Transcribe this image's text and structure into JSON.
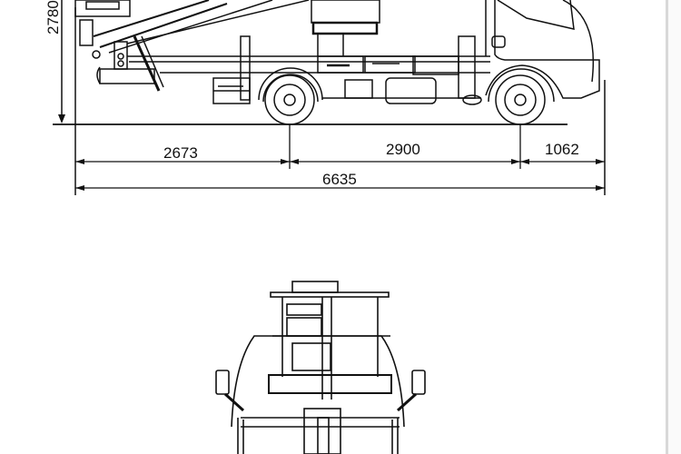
{
  "drawing": {
    "type": "technical-drawing",
    "subject": "truck-mounted aerial work platform",
    "views": [
      "side-elevation",
      "front-elevation"
    ],
    "units": "mm",
    "dimensions": {
      "height": "2780",
      "front_overhang_rear": "2673",
      "wheelbase": "2900",
      "front_overhang": "1062",
      "overall_length": "6635"
    }
  }
}
